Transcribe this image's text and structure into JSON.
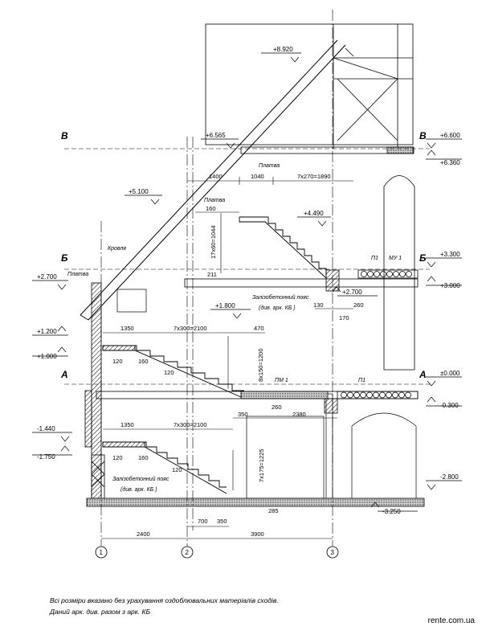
{
  "levels": [
    "+8.920",
    "+6.565",
    "+6.600",
    "+6.360",
    "+5.100",
    "+4.490",
    "+3.300",
    "+3.000",
    "+2.700",
    "+2.700",
    "+1.800",
    "+1.200",
    "+1.000",
    "±0.000",
    "-0.300",
    "-1.440",
    "-1.750",
    "-2.800",
    "-3.250"
  ],
  "sections": [
    "В",
    "В",
    "Б",
    "Б",
    "А",
    "А"
  ],
  "dimensions": [
    "1400",
    "1040",
    "7x270=1890",
    "160",
    "17x60=1044",
    "211",
    "1350",
    "7x300=2100",
    "470",
    "8x150=1200",
    "120",
    "160",
    "120",
    "260",
    "350",
    "2380",
    "130",
    "260",
    "170",
    "1350",
    "7x300=2100",
    "120",
    "160",
    "120",
    "7x175=1225",
    "285",
    "700",
    "350",
    "2400",
    "3900"
  ],
  "labels": {
    "platev1": "Платва",
    "platev2": "Платва",
    "platev3": "Платва",
    "krovla": "Кровля",
    "p1a": "П1",
    "mu1": "МУ 1",
    "p1b": "П1",
    "pm1": "ПМ 1",
    "belt1_l1": "Залізобетонний пояс",
    "belt1_l2": "(див. арк. КБ )",
    "belt2_l1": "Залізобетонний пояс",
    "belt2_l2": "(див. арк. КБ )"
  },
  "axes": [
    "1",
    "2",
    "3"
  ],
  "notes": {
    "line1": "Всі розміри вказано без урахування оздоблювальних матеріалів сходів.",
    "line2": "Даний арк. див. разом з арк. КБ"
  },
  "site": "rente.com.ua"
}
